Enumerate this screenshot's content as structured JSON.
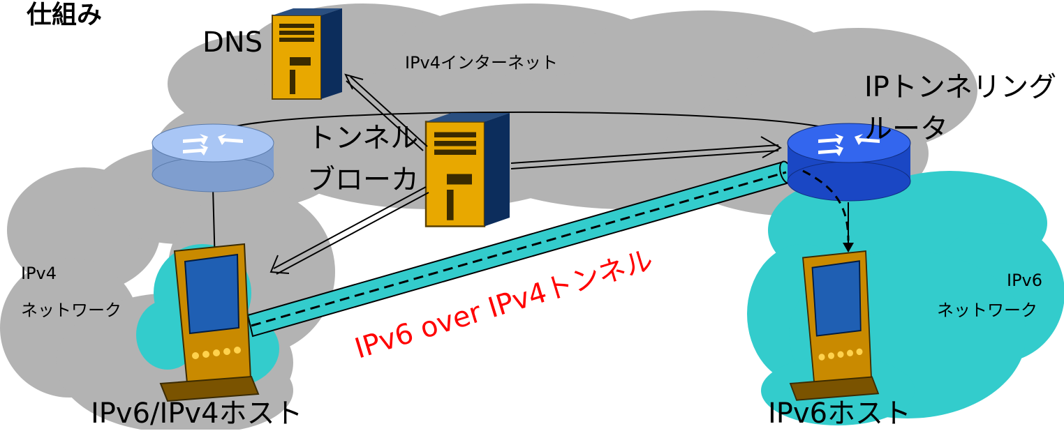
{
  "title": "仕組み",
  "labels": {
    "dns": "DNS",
    "ipv4_internet": "IPv4インターネット",
    "tunnel_broker_line1": "トンネル",
    "tunnel_broker_line2": "ブローカ",
    "ip_tunneling_router_line1": "IPトンネリング",
    "ip_tunneling_router_line2": "ルータ",
    "ipv4_network_line1": "IPv4",
    "ipv4_network_line2": "ネットワーク",
    "ipv6_network_line1": "IPv6",
    "ipv6_network_line2": "ネットワーク",
    "tunnel": "IPv6 over IPv4トンネル",
    "dual_host": "IPv6/IPv4ホスト",
    "ipv6_host": "IPv6ホスト"
  },
  "colors": {
    "cloud_gray": "#b3b3b3",
    "cloud_cyan": "#33cccc",
    "tunnel_fill": "#33cccc",
    "tunnel_label": "#ff0000",
    "router_light": "#a9c6f5",
    "router_blue": "#3366ee",
    "server_front": "#e8a800",
    "server_side": "#0c2d5c"
  }
}
